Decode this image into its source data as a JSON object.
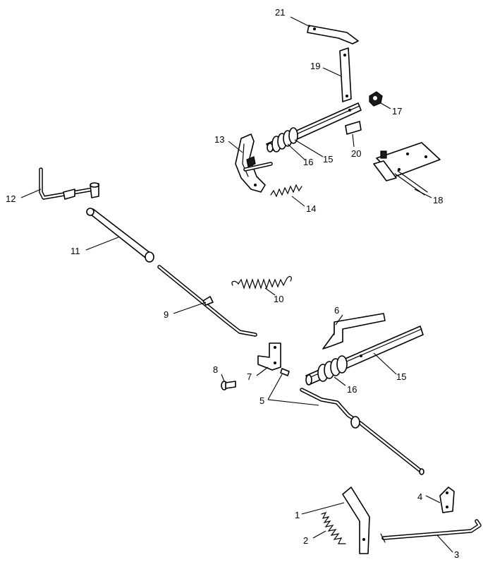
{
  "callouts": {
    "c1": "1",
    "c2": "2",
    "c3": "3",
    "c4": "4",
    "c5": "5",
    "c6": "6",
    "c7": "7",
    "c8": "8",
    "c9": "9",
    "c10": "10",
    "c11": "11",
    "c12": "12",
    "c13": "13",
    "c14": "14",
    "c15a": "15",
    "c15b": "15",
    "c16a": "16",
    "c16b": "16",
    "c17": "17",
    "c18": "18",
    "c19": "19",
    "c20": "20",
    "c21": "21"
  },
  "colors": {
    "ink": "#000000",
    "paper": "#ffffff"
  }
}
